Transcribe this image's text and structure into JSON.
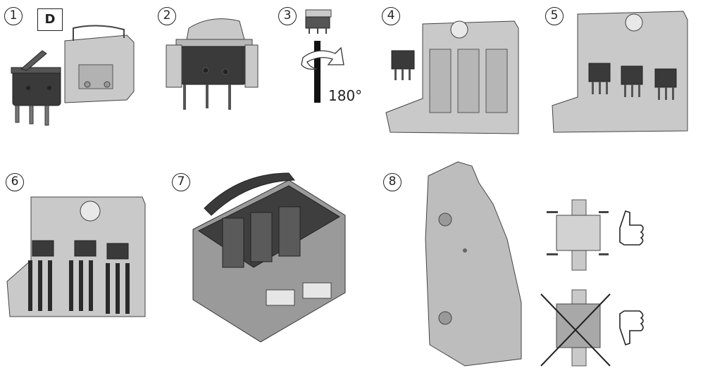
{
  "steps": [
    {
      "number": "1",
      "label": "D"
    },
    {
      "number": "2"
    },
    {
      "number": "3",
      "rotation": "180°"
    },
    {
      "number": "4"
    },
    {
      "number": "5"
    },
    {
      "number": "6"
    },
    {
      "number": "7"
    },
    {
      "number": "8"
    }
  ],
  "icons": {
    "approved": "thumbs-up-icon",
    "rejected": "thumbs-down-icon"
  },
  "colors": {
    "part_light": "#c9c9c9",
    "part_mid": "#a8a8a8",
    "part_dark": "#3a3a3a",
    "outline": "#444444"
  }
}
